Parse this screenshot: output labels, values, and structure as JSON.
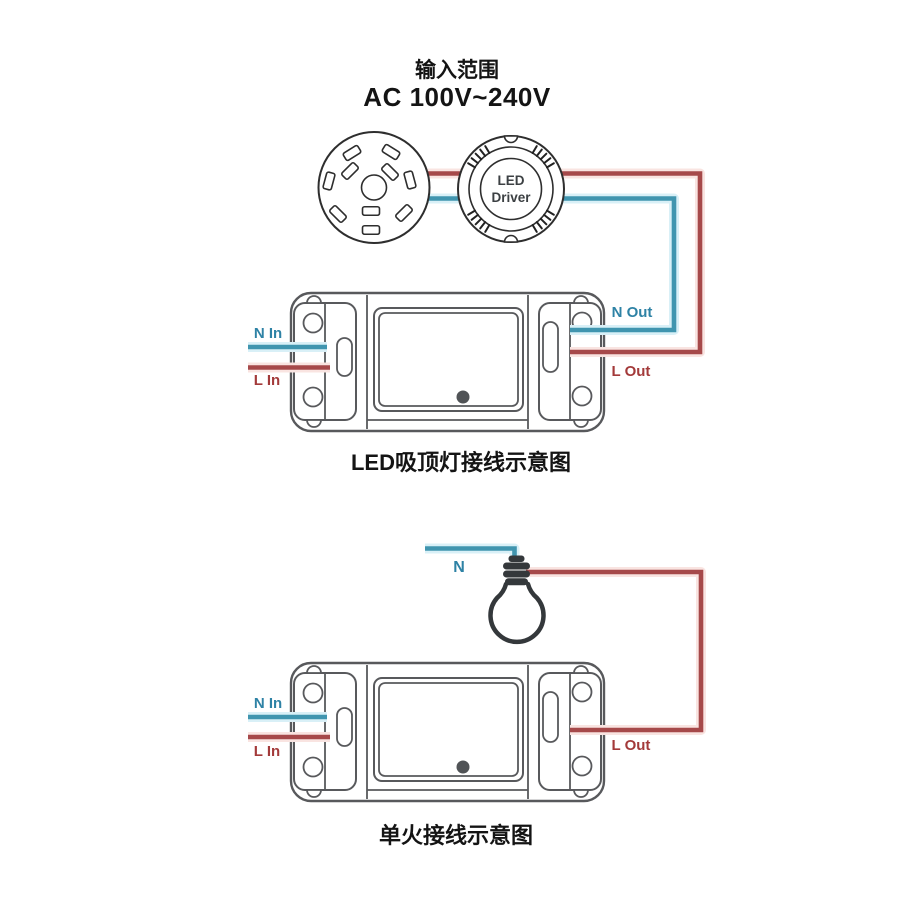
{
  "title": {
    "heading": "输入范围",
    "subheading": "AC 100V~240V"
  },
  "colors": {
    "live_wire": "#a6494a",
    "neutral_wire": "#4095af",
    "live_label": "#a33a3a",
    "neutral_label": "#2e82a5",
    "device_outline": "#58595c",
    "component_outline": "#2e2e2e",
    "bulb": "#34383b",
    "text": "#141414"
  },
  "diagram_led_ceiling": {
    "caption": "LED吸顶灯接线示意图",
    "led_driver": {
      "line1": "LED",
      "line2": "Driver"
    },
    "terminals": {
      "n_in": "N In",
      "l_in": "L In",
      "n_out": "N Out",
      "l_out": "L Out"
    }
  },
  "diagram_single_fire": {
    "caption": "单火接线示意图",
    "neutral_label": "N",
    "terminals": {
      "n_in": "N In",
      "l_in": "L In",
      "l_out": "L Out"
    }
  }
}
